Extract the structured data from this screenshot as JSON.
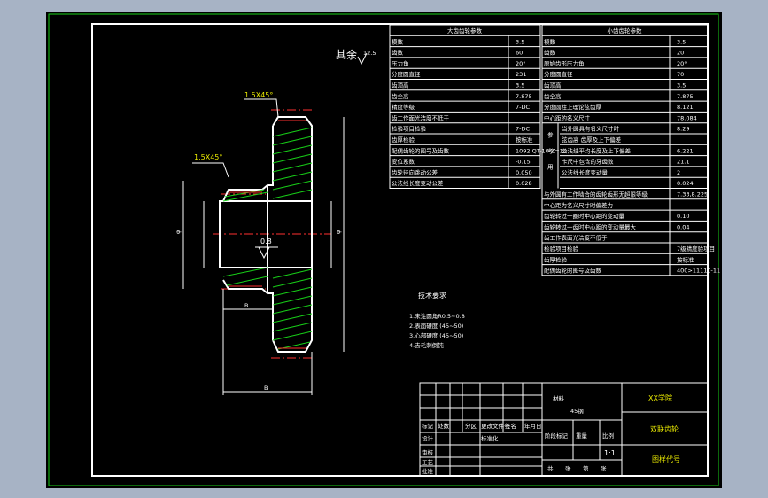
{
  "drawing": {
    "qiyu_label": "其余",
    "qiyu_roughness": "12.5",
    "chamfer_top": "1.5X45°",
    "chamfer_mid": "1.5X45°",
    "bore_roughness": "0.8",
    "dim_left": "φ",
    "dim_right": "φ",
    "dim_bottom1": "B",
    "dim_bottom2": "B",
    "tech_req_title": "技术要求",
    "tech_req_items": [
      "1.未注圆角R0.5~0.8",
      "2.表面硬度 (45~50)",
      "3.心部硬度 (45~50)",
      "4.去毛刺倒钝"
    ]
  },
  "big_gear_table": {
    "title": "大齿齿轮参数",
    "rows": [
      [
        "模数",
        "3.5"
      ],
      [
        "齿数",
        "60"
      ],
      [
        "压力角",
        "20°"
      ],
      [
        "分度圆直径",
        "231"
      ],
      [
        "齿顶高",
        "3.5"
      ],
      [
        "齿全高",
        "7.875"
      ],
      [
        "精度等级",
        "7-DC"
      ],
      [
        "齿工作面光洁度不低于",
        ""
      ],
      [
        "检验项目检验",
        "7-DC"
      ],
      [
        "齿厚检验",
        "按标准"
      ],
      [
        "配偶齿轮的图号及齿数",
        "1092 QT-10 Z=15"
      ],
      [
        "变位系数",
        "-0.15"
      ],
      [
        "齿轮径向跳动公差",
        "0.050"
      ],
      [
        "公法线长度变动公差",
        "0.028"
      ]
    ]
  },
  "small_gear_table": {
    "title": "小齿齿轮参数",
    "rows_top": [
      [
        "模数",
        "3.5"
      ],
      [
        "齿数",
        "20"
      ],
      [
        "原始齿形压力角",
        "20°"
      ],
      [
        "分度圆直径",
        "70"
      ],
      [
        "齿顶高",
        "3.5"
      ],
      [
        "齿全高",
        "7.875"
      ],
      [
        "分度圆柱上理论弦齿厚",
        "8.121"
      ],
      [
        "中心距的名义尺寸",
        "78.084"
      ]
    ],
    "group_label": [
      "参",
      "考",
      "用"
    ],
    "group_rows": [
      [
        "当外圆具有名义尺寸时",
        "8.29"
      ],
      [
        "弦齿高 齿厚及上下偏差",
        ""
      ],
      [
        "公法线平均长度及上下偏差",
        "6.221"
      ],
      [
        "卡尺中包含的牙齿数",
        "21.1"
      ],
      [
        "公法线长度变动量",
        "2"
      ],
      [
        "",
        "0.024"
      ]
    ],
    "rows_bottom": [
      [
        "与外圆有工作啮合的齿轮齿形无超限等级",
        "7.33,8.225"
      ],
      [
        "中心距为名义尺寸时偏差力",
        ""
      ],
      [
        "齿轮转过一圈时中心距的变动量",
        "0.10"
      ],
      [
        "齿轮转过一齿时中心距的变动量最大",
        "0.04"
      ],
      [
        "齿工作表面光洁度不低于",
        ""
      ],
      [
        "检验项目检验",
        "7级精度验项目"
      ],
      [
        "齿厚检验",
        "按标准"
      ],
      [
        "配偶齿轮的图号及齿数",
        "400>11110-11"
      ]
    ]
  },
  "title_block": {
    "material": "材料",
    "material_code": "45钢",
    "company": "XX学院",
    "part_name": "双联齿轮",
    "drawing_no": "图样代号",
    "scale": "1:1",
    "stage_label": "阶段标记",
    "weight_label": "重量",
    "scale_label": "比例",
    "sheets": [
      "共",
      "张",
      "第",
      "张"
    ],
    "labels": [
      "标记",
      "处数",
      "分区",
      "更改文件号",
      "签名",
      "年月日"
    ],
    "roles": [
      "设计",
      "审核",
      "工艺",
      "批准"
    ],
    "std_label": "标准化"
  }
}
